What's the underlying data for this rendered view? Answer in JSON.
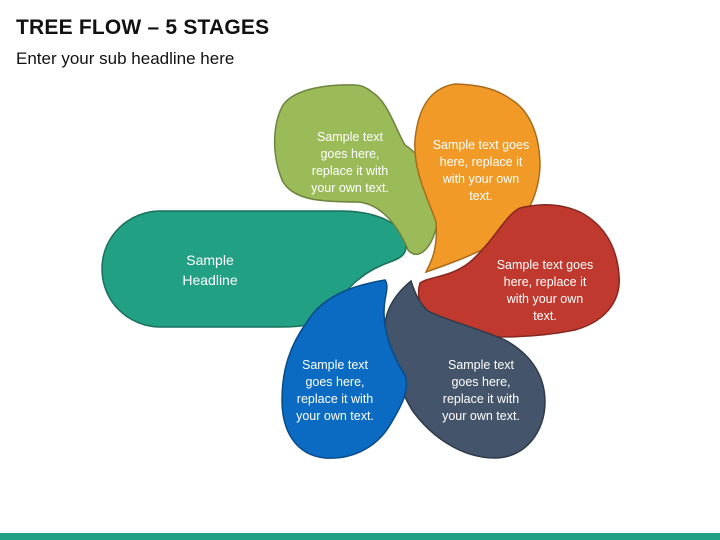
{
  "header": {
    "title": "TREE FLOW – 5 STAGES",
    "subtitle": "Enter your sub headline here"
  },
  "diagram": {
    "headline": {
      "text": "Sample\nHeadline",
      "color": "#22A083"
    },
    "stages": [
      {
        "text": "Sample text\ngoes here,\nreplace it with\nyour own text.",
        "color": "#9BBB59"
      },
      {
        "text": "Sample text goes\nhere, replace it\nwith your own\ntext.",
        "color": "#F19A28"
      },
      {
        "text": "Sample text goes\nhere, replace it\nwith your own\ntext.",
        "color": "#C0392F"
      },
      {
        "text": "Sample text\ngoes here,\nreplace it with\nyour own text.",
        "color": "#44546A"
      },
      {
        "text": "Sample text\ngoes here,\nreplace it with\nyour own text.",
        "color": "#0B6BC2"
      }
    ]
  },
  "footer": {
    "bar_color": "#22A083"
  }
}
